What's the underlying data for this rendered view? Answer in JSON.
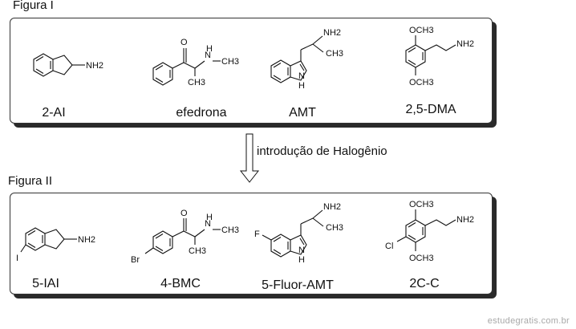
{
  "figura1": {
    "title": "Figura I",
    "molecules": [
      {
        "name": "2-AI",
        "groups": [
          "NH2"
        ]
      },
      {
        "name": "efedrona",
        "groups": [
          "O",
          "N",
          "H",
          "CH3",
          "CH3"
        ]
      },
      {
        "name": "AMT",
        "groups": [
          "NH2",
          "CH3",
          "N",
          "H"
        ]
      },
      {
        "name": "2,5-DMA",
        "groups": [
          "OCH3",
          "NH2",
          "OCH3"
        ]
      }
    ]
  },
  "arrow": {
    "label": "introdução de Halogênio"
  },
  "figura2": {
    "title": "Figura II",
    "molecules": [
      {
        "name": "5-IAI",
        "groups": [
          "I",
          "NH2"
        ]
      },
      {
        "name": "4-BMC",
        "groups": [
          "O",
          "N",
          "H",
          "CH3",
          "Br",
          "CH3"
        ]
      },
      {
        "name": "5-Fluor-AMT",
        "groups": [
          "NH2",
          "CH3",
          "F",
          "N",
          "H"
        ]
      },
      {
        "name": "2C-C",
        "groups": [
          "OCH3",
          "NH2",
          "Cl",
          "OCH3"
        ]
      }
    ]
  },
  "watermark": "estudegratis.com.br"
}
